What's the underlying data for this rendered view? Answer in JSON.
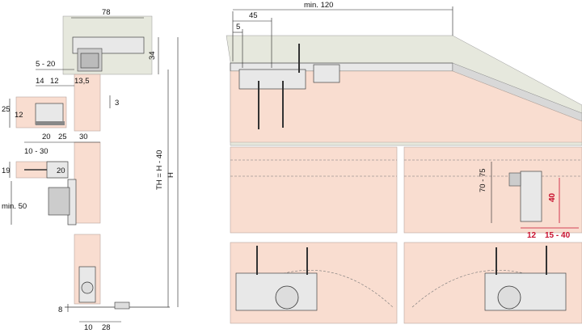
{
  "left_view": {
    "dim_width_top": "78",
    "dim_rail_height": "34",
    "dim_5_20": "5 - 20",
    "dim_14": "14",
    "dim_12_a": "12",
    "dim_13_5": "13,5",
    "dim_25": "25",
    "dim_12_b": "12",
    "dim_3": "3",
    "dim_10_30": "10 - 30",
    "dim_20_a": "20",
    "dim_25_b": "25",
    "dim_30": "30",
    "dim_19": "19",
    "dim_20_b": "20",
    "dim_min_50": "min. 50",
    "dim_th": "TH = H - 40",
    "dim_h": "H",
    "dim_8": "8",
    "dim_10": "10",
    "dim_28": "28"
  },
  "right_view": {
    "dim_min_120": "min. 120",
    "dim_45": "45",
    "dim_5": "5",
    "dim_70_75": "70 - 75",
    "dim_40": "40",
    "dim_12": "12",
    "dim_15_40": "15 - 40"
  },
  "colors": {
    "panel": "#f9ddd0",
    "rail": "#e6e8dd",
    "highlight_red": "#c8102e"
  }
}
